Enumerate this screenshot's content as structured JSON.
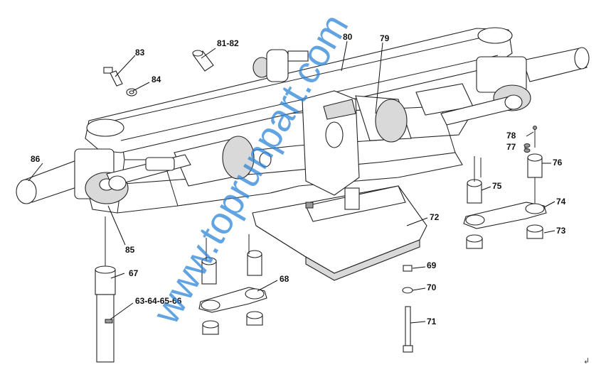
{
  "callouts": {
    "c67": "67",
    "c63_66": "63-64-65-66",
    "c68": "68",
    "c69": "69",
    "c70": "70",
    "c71": "71",
    "c72": "72",
    "c73": "73",
    "c74": "74",
    "c75": "75",
    "c76": "76",
    "c77": "77",
    "c78": "78",
    "c79": "79",
    "c80": "80",
    "c81_82": "81-82",
    "c83": "83",
    "c84": "84",
    "c85": "85",
    "c86": "86"
  },
  "watermark": "www.toprunpart.com",
  "corner_mark": "↲",
  "colors": {
    "watermark": "#2e86d8",
    "line": "#222222"
  }
}
